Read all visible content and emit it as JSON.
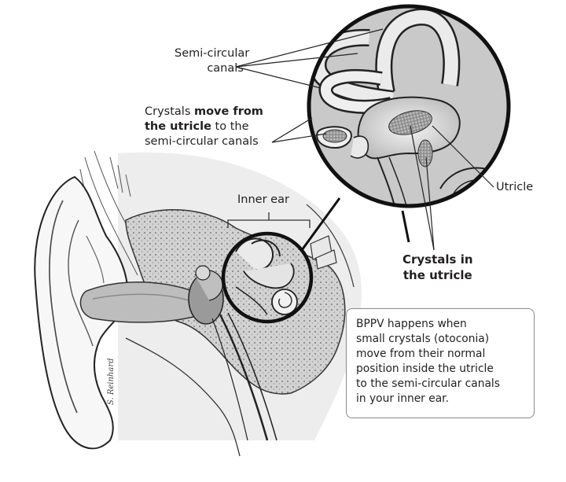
{
  "labels": {
    "canals_line1": "Semi-circular",
    "canals_line2": "canals",
    "crystals_move_pre": "Crystals ",
    "crystals_move_bold1": "move from",
    "crystals_move_bold2": "the utricle",
    "crystals_move_post": " to the",
    "crystals_move_line3": "semi-circular canals",
    "inner_ear": "Inner ear",
    "utricle": "Utricle",
    "crystals_in_line1": "Crystals in",
    "crystals_in_line2": "the utricle"
  },
  "info_box": {
    "line1": "BPPV happens when",
    "line2": "small crystals (otoconia)",
    "line3": "move from their normal",
    "line4": "position inside the utricle",
    "line5": "to the semi-circular canals",
    "line6": "in your inner ear."
  },
  "signature": "S. Reinhard",
  "colors": {
    "ink": "#231f20",
    "gray_fill": "#c8c8c8",
    "dark_fill": "#6d6d6d",
    "bone_fill": "#dcdcdc"
  }
}
